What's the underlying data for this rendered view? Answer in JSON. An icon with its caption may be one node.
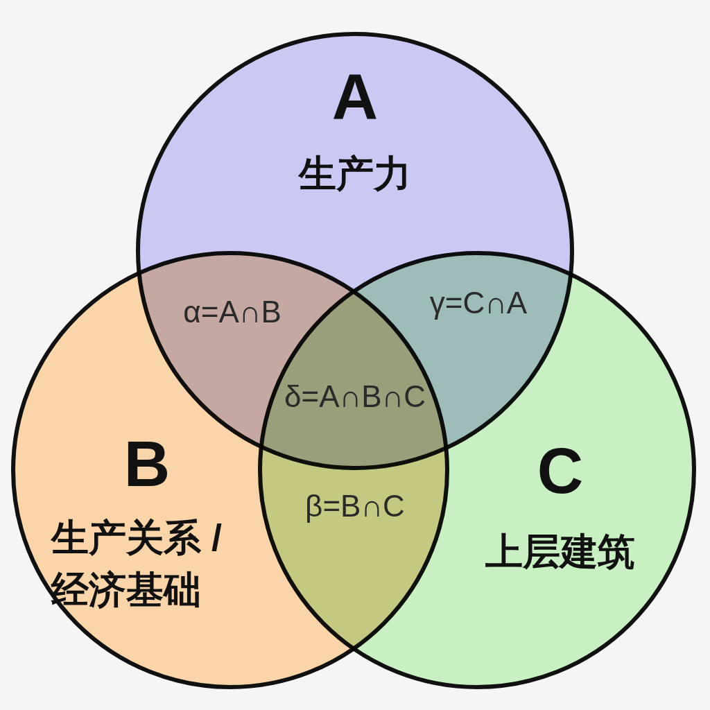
{
  "diagram": {
    "nodes": [
      {
        "text": [
          "A",
          "生产力"
        ]
      },
      {
        "text": [
          "B",
          "生产关系 /经济基础"
        ]
      },
      {
        "text": [
          "C",
          "上层建筑"
        ]
      }
    ],
    "labels": [
      "α=A∩B",
      "γ=C∩A",
      "δ=A∩B∩C",
      "β=B∩C"
    ]
  }
}
